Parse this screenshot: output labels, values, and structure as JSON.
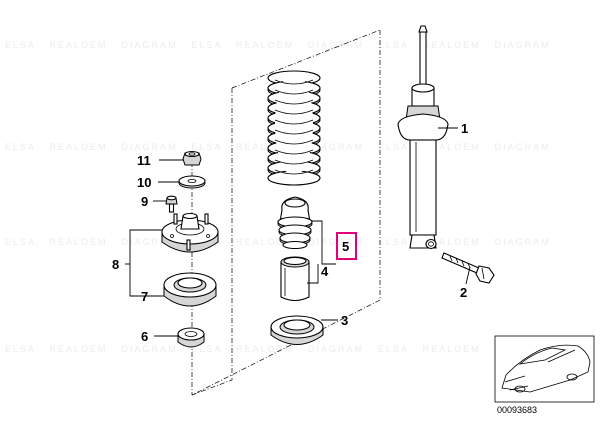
{
  "labels": {
    "l1": "1",
    "l2": "2",
    "l3": "3",
    "l4": "4",
    "l5": "5",
    "l6": "6",
    "l7": "7",
    "l8": "8",
    "l9": "9",
    "l10": "10",
    "l11": "11"
  },
  "highlight_color": "#e0007a",
  "thumbnail": {
    "ref_number": "00093683"
  }
}
